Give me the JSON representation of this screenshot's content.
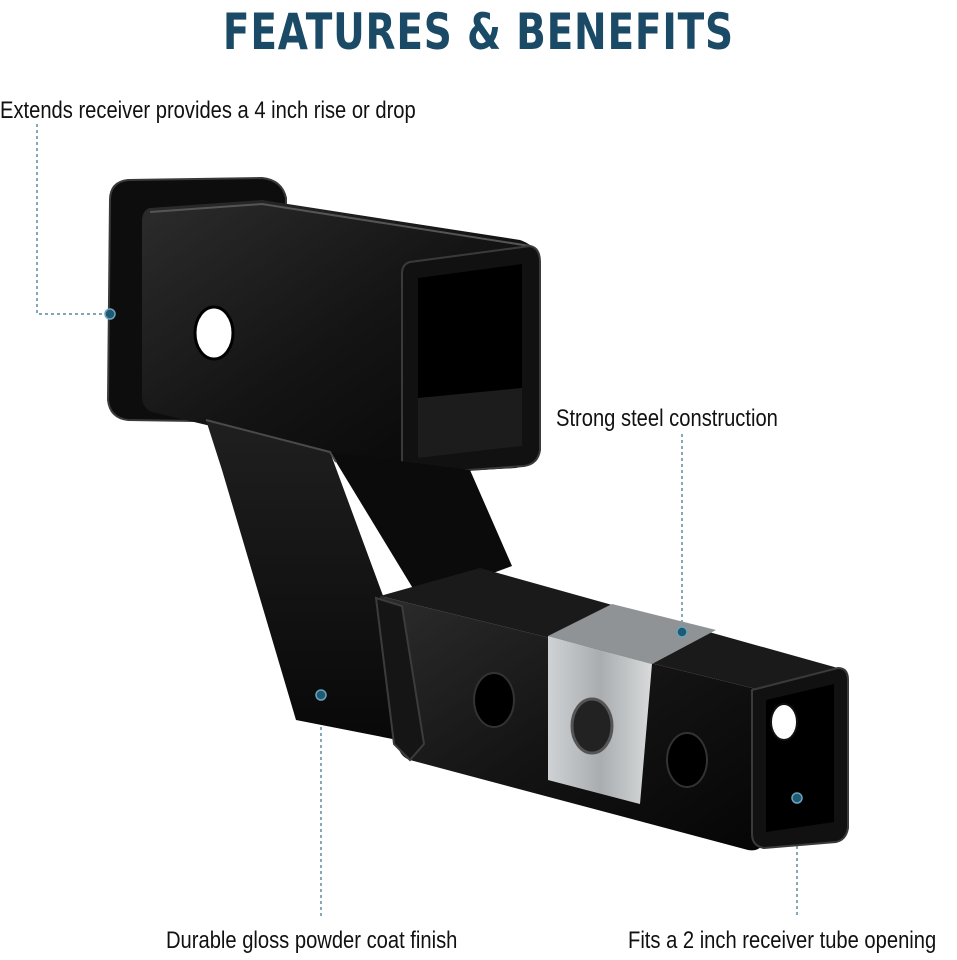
{
  "title": "FEATURES & BENEFITS",
  "callouts": [
    "Extends receiver provides a 4 inch rise or drop",
    "Strong steel construction",
    "Durable gloss powder coat finish",
    "Fits a 2 inch receiver tube opening"
  ],
  "colors": {
    "title": "#1b4a66",
    "callout_line": "#3b6f86",
    "product_black": "#151515",
    "steel_band": "#b9bcbe"
  }
}
